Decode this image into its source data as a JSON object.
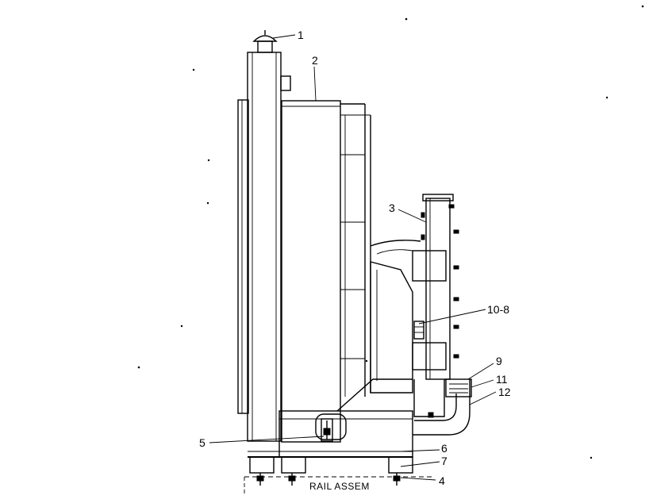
{
  "callouts": {
    "c1": "1",
    "c2": "2",
    "c3": "3",
    "c4": "4",
    "c5": "5",
    "c6": "6",
    "c7": "7",
    "c9": "9",
    "c10": "10-8",
    "c11": "11",
    "c12": "12"
  },
  "rail_label": "RAIL ASSEM"
}
